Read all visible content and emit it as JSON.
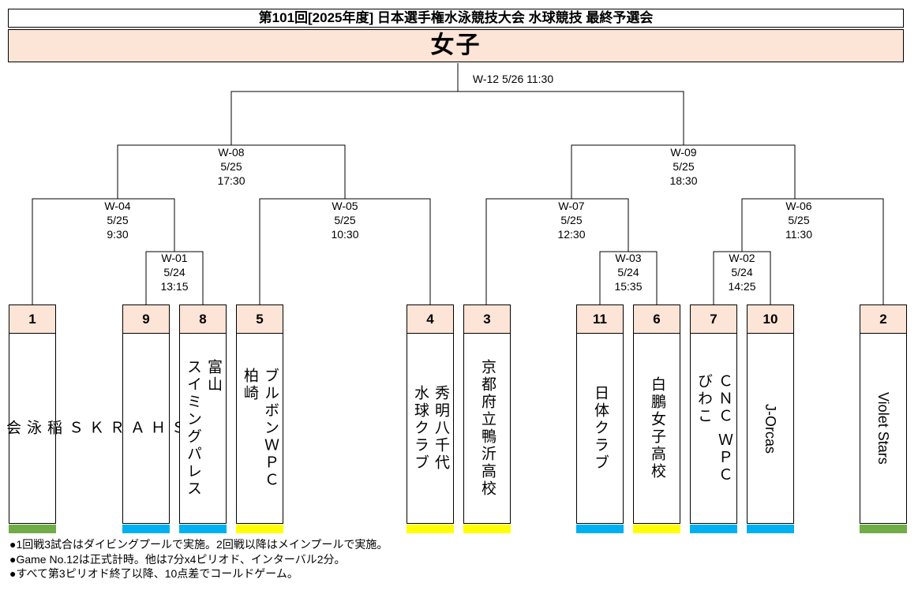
{
  "header": {
    "title": "第101回[2025年度] 日本選手権水泳競技大会 水球競技 最終予選会",
    "subtitle": "女子"
  },
  "colors": {
    "green": "#70ad47",
    "blue": "#00b0f0",
    "yellow": "#ffff00",
    "header_fill": "#fce4d6"
  },
  "teams": [
    {
      "seed": "1",
      "name": "稲\n泳\n会",
      "latin": false,
      "color": "#70ad47"
    },
    {
      "seed": "9",
      "name": "山\n形\nＳ\nＨ\nＡ\nＲ\nＫ\nＳ",
      "latin": false,
      "color": "#00b0f0"
    },
    {
      "seed": "8",
      "name": "富山\nスイミングパレス",
      "latin": false,
      "color": "#00b0f0"
    },
    {
      "seed": "5",
      "name": "ブルボンＷＰＣ\n柏崎",
      "latin": false,
      "color": "#ffff00"
    },
    {
      "seed": "4",
      "name": "秀明八千代\n水球クラブ",
      "latin": false,
      "color": "#ffff00"
    },
    {
      "seed": "3",
      "name": "京都府立鴨沂高校",
      "latin": false,
      "color": "#ffff00"
    },
    {
      "seed": "11",
      "name": "日体クラブ",
      "latin": false,
      "color": "#00b0f0"
    },
    {
      "seed": "6",
      "name": "白鵬女子高校",
      "latin": false,
      "color": "#ffff00"
    },
    {
      "seed": "7",
      "name": "ＣＮＣ ＷＰＣ\nびわこ",
      "latin": false,
      "color": "#00b0f0"
    },
    {
      "seed": "10",
      "name": "J-Orcas",
      "latin": true,
      "color": "#00b0f0"
    },
    {
      "seed": "2",
      "name": "Violet Stars",
      "latin": true,
      "color": "#70ad47"
    }
  ],
  "matches": [
    {
      "id": "W-01",
      "date": "5/24",
      "time": "13:15"
    },
    {
      "id": "W-02",
      "date": "5/24",
      "time": "14:25"
    },
    {
      "id": "W-03",
      "date": "5/24",
      "time": "15:35"
    },
    {
      "id": "W-04",
      "date": "5/25",
      "time": "9:30"
    },
    {
      "id": "W-05",
      "date": "5/25",
      "time": "10:30"
    },
    {
      "id": "W-06",
      "date": "5/25",
      "time": "11:30"
    },
    {
      "id": "W-07",
      "date": "5/25",
      "time": "12:30"
    },
    {
      "id": "W-08",
      "date": "5/25",
      "time": "17:30"
    },
    {
      "id": "W-09",
      "date": "5/25",
      "time": "18:30"
    },
    {
      "id": "W-12",
      "label": "W-12 5/26 11:30"
    }
  ],
  "notes": [
    "●1回戦3試合はダイビングプールで実施。2回戦以降はメインプールで実施。",
    "●Game No.12は正式計時。他は7分x4ピリオド、インターバル2分。",
    "●すべて第3ピリオド終了以降、10点差でコールドゲーム。"
  ]
}
